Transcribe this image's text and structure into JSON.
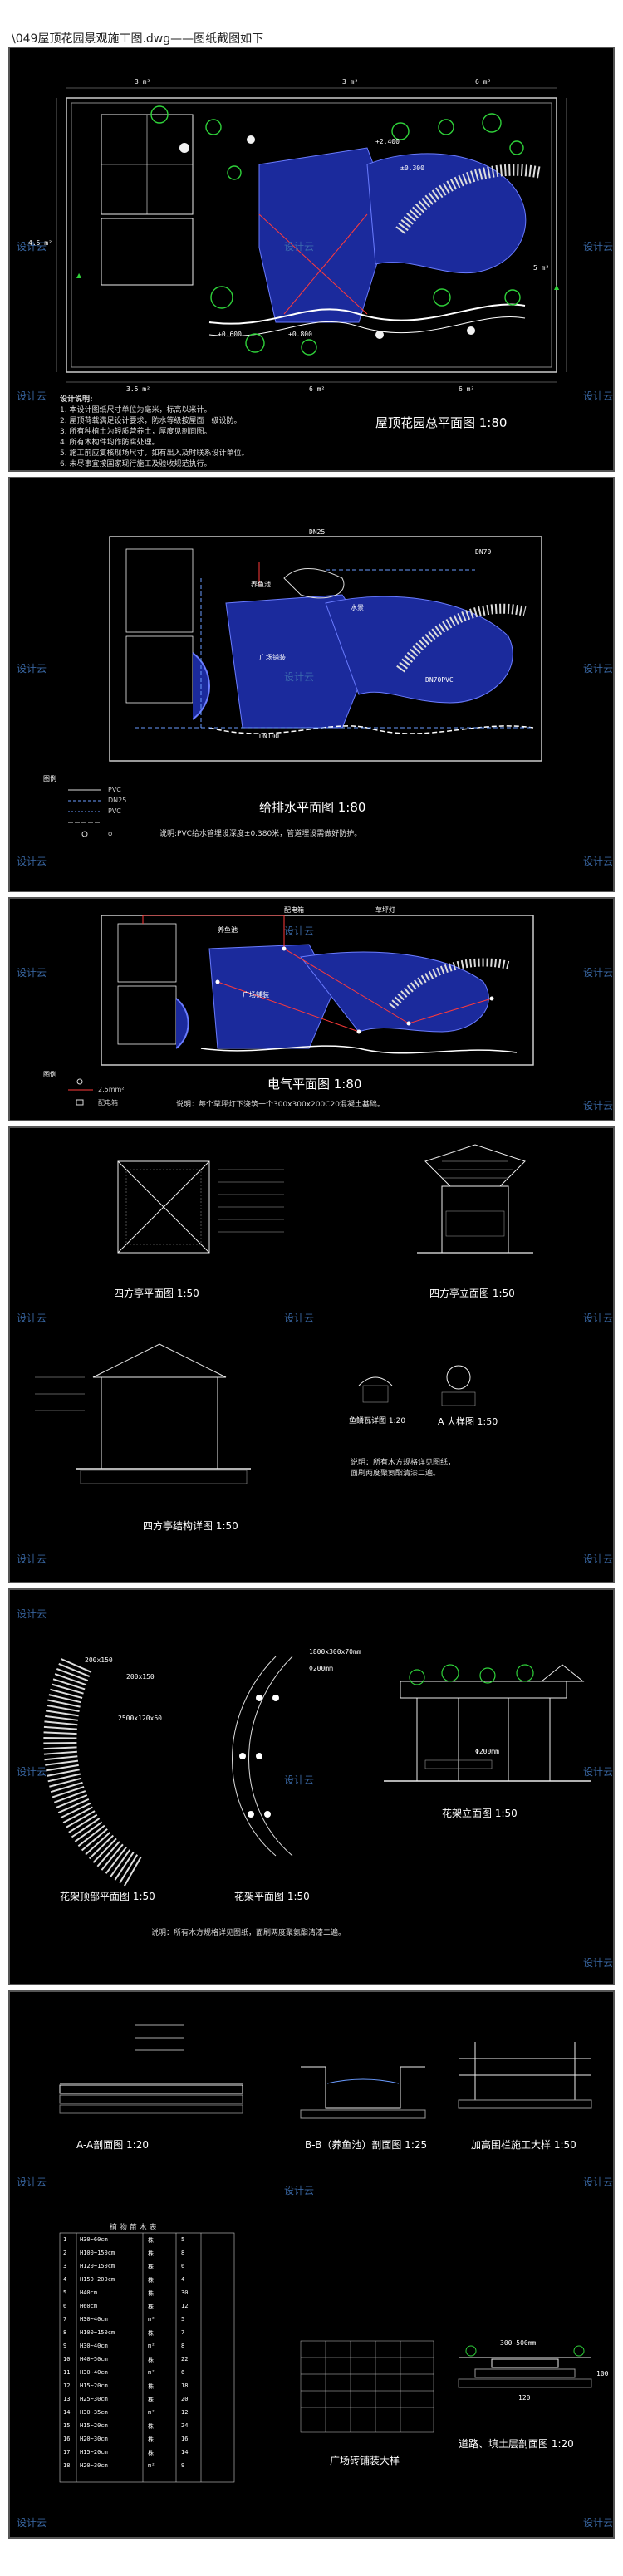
{
  "page": {
    "title": "\\049屋顶花园景观施工图.dwg——图纸截图如下"
  },
  "watermark": "设计云",
  "sheets": [
    {
      "caption": "屋顶花园总平面图 1:80",
      "labels": [
        "3 m²",
        "3 m²",
        "6 m²",
        "6 m²",
        "4.5 m²",
        "5 m²",
        "3.5 m²",
        "6 m²",
        "+0.600",
        "±0.300",
        "+0.800",
        "+2.400"
      ],
      "notes": [
        "设计说明:",
        "1. 本设计图纸尺寸单位为毫米，标高以米计。",
        "2. 屋顶荷载满足设计要求，防水等级按屋面一级设防。",
        "3. 所有种植土为轻质营养土，厚度见剖面图。",
        "4. 所有木构件均作防腐处理。",
        "5. 施工前应复核现场尺寸，如有出入及时联系设计单位。",
        "6. 未尽事宜按国家现行施工及验收规范执行。"
      ]
    },
    {
      "caption": "给排水平面图 1:80",
      "labels": [
        "养鱼池",
        "DN70",
        "DN70PVC",
        "DN100",
        "DN25",
        "广场铺装",
        "水景"
      ],
      "legend": [
        "图例",
        "PVC",
        "DN25",
        "PVC",
        "φ"
      ],
      "notes": [
        "说明:PVC给水管埋设深度±0.380米，管道埋设需做好防护。"
      ]
    },
    {
      "caption": "电气平面图 1:80",
      "labels": [
        "养鱼池",
        "广场铺装",
        "配电箱",
        "草坪灯"
      ],
      "legend": [
        "图例",
        "2.5mm²",
        "配电箱"
      ],
      "notes": [
        "说明：每个草坪灯下浇筑一个300x300x200C20混凝土基础。"
      ]
    },
    {
      "caption_top_left": "四方亭平面图 1:50",
      "caption_top_right": "四方亭立面图 1:50",
      "caption_bottom_left": "四方亭结构详图 1:50",
      "caption_small_1": "鱼鳞瓦详图 1:20",
      "caption_small_2": "A 大样图 1:50",
      "notes": [
        "说明：所有木方规格详见图纸，",
        "面刷两度聚氨酯清漆二遍。"
      ]
    },
    {
      "caption_left": "花架顶部平面图 1:50",
      "caption_mid": "花架平面图 1:50",
      "caption_right": "花架立面图 1:50",
      "dims": [
        "200x150",
        "200x150",
        "2500x120x60",
        "1800x300x70mm",
        "Φ200mm",
        "Φ200mm"
      ],
      "notes": [
        "说明：所有木方规格详见图纸，面刷两度聚氨酯清漆二遍。"
      ]
    },
    {
      "caption_a": "A-A剖面图 1:20",
      "caption_b": "B-B（养鱼池）剖面图 1:25",
      "caption_c": "加高围栏施工大样 1:50",
      "caption_d": "广场砖铺装大样",
      "caption_e": "道路、填土层剖面图 1:20",
      "table_title": "植 物 苗 木 表",
      "table_rows": [
        [
          "1",
          "H30~60cm",
          "株",
          "5"
        ],
        [
          "2",
          "H100~150cm",
          "株",
          "8"
        ],
        [
          "3",
          "H120~150cm",
          "株",
          "6"
        ],
        [
          "4",
          "H150~200cm",
          "株",
          "4"
        ],
        [
          "5",
          "H40cm",
          "株",
          "30"
        ],
        [
          "6",
          "H60cm",
          "株",
          "12"
        ],
        [
          "7",
          "H30~40cm",
          "m²",
          "5"
        ],
        [
          "8",
          "H100~150cm",
          "株",
          "7"
        ],
        [
          "9",
          "H30~40cm",
          "m²",
          "8"
        ],
        [
          "10",
          "H40~50cm",
          "株",
          "22"
        ],
        [
          "11",
          "H30~40cm",
          "m²",
          "6"
        ],
        [
          "12",
          "H15~20cm",
          "株",
          "18"
        ],
        [
          "13",
          "H25~30cm",
          "株",
          "20"
        ],
        [
          "14",
          "H30~35cm",
          "m²",
          "12"
        ],
        [
          "15",
          "H15~20cm",
          "株",
          "24"
        ],
        [
          "16",
          "H20~30cm",
          "株",
          "16"
        ],
        [
          "17",
          "H15~20cm",
          "株",
          "14"
        ],
        [
          "18",
          "H20~30cm",
          "m²",
          "9"
        ]
      ],
      "dims": [
        "300~500mm",
        "100",
        "120"
      ]
    }
  ]
}
